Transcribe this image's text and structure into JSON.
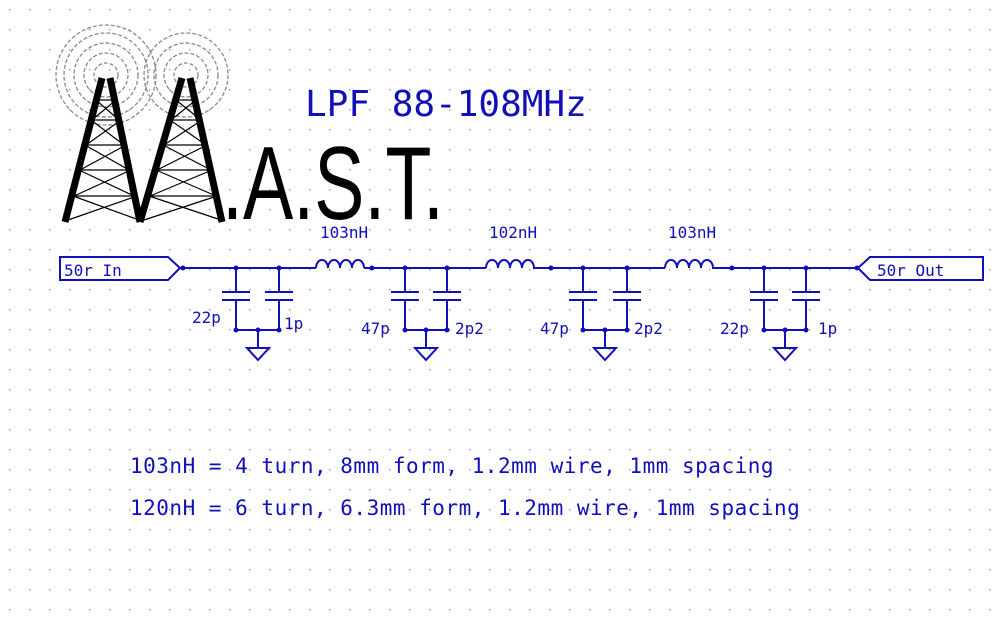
{
  "title": "LPF 88-108MHz",
  "logo": {
    "text": ".A.S.T.",
    "icon": "radio-mast-icon"
  },
  "ports": {
    "input": "50r In",
    "output": "50r Out"
  },
  "inductors": [
    "103nH",
    "102nH",
    "103nH"
  ],
  "capacitor_pairs": [
    {
      "left": "22p",
      "right": "1p"
    },
    {
      "left": "47p",
      "right": "2p2"
    },
    {
      "left": "47p",
      "right": "2p2"
    },
    {
      "left": "22p",
      "right": "1p"
    }
  ],
  "notes": [
    "103nH = 4 turn, 8mm form, 1.2mm wire, 1mm spacing",
    "120nH = 6 turn, 6.3mm form, 1.2mm wire, 1mm spacing"
  ],
  "colors": {
    "wire": "#1010b8",
    "logo": "#000000",
    "grid": "#9a9a9a"
  }
}
